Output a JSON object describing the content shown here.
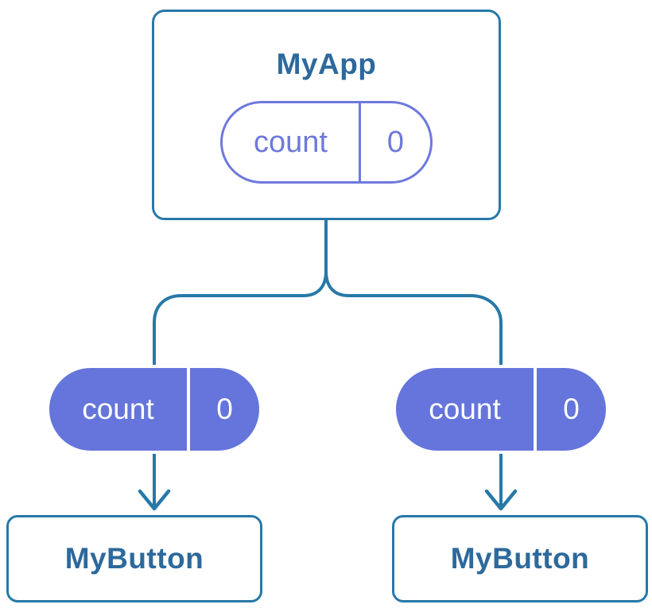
{
  "diagram": {
    "root": {
      "title": "MyApp",
      "state": {
        "label": "count",
        "value": "0"
      }
    },
    "children": [
      {
        "title": "MyButton",
        "prop": {
          "label": "count",
          "value": "0"
        }
      },
      {
        "title": "MyButton",
        "prop": {
          "label": "count",
          "value": "0"
        }
      }
    ],
    "colors": {
      "connector_blue": "#2878A8",
      "node_border_blue": "#2878A8",
      "node_title_blue": "#2D699B",
      "state_purple_outline": "#6E79DB",
      "state_purple_fill": "#6575DB",
      "state_text_on_fill": "#FFFFFF",
      "node_background": "#FFFFFF"
    }
  }
}
